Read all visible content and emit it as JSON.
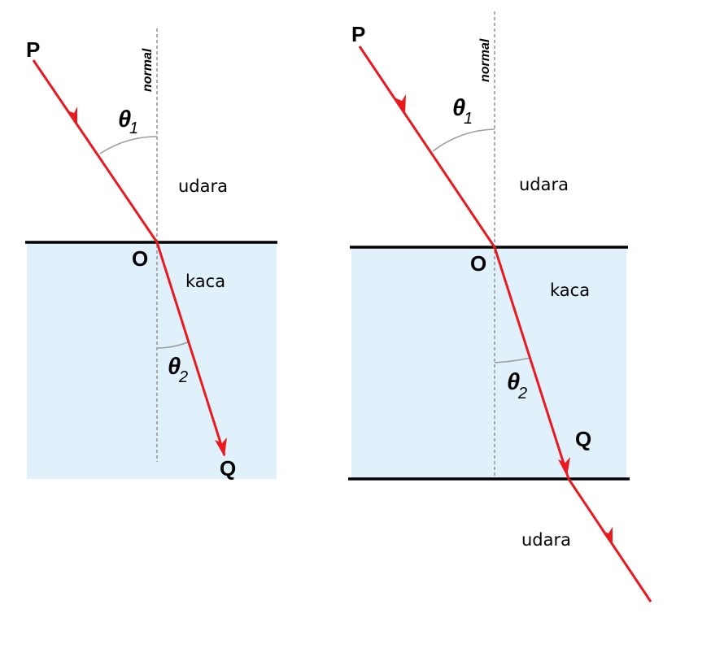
{
  "colors": {
    "glass": "#e0f1fc",
    "ray": "#e8191f",
    "normal": "#999999",
    "arc": "#9c9c9c",
    "boundary": "#000000"
  },
  "left_diagram": {
    "point_p": "P",
    "point_o": "O",
    "point_q": "Q",
    "normal_label": "normal",
    "medium_top": "udara",
    "medium_glass": "kaca",
    "angle_incident": {
      "symbol": "θ",
      "subscript": "1"
    },
    "angle_refracted": {
      "symbol": "θ",
      "subscript": "2"
    }
  },
  "right_diagram": {
    "point_p": "P",
    "point_o": "O",
    "point_q": "Q",
    "normal_label": "normal",
    "medium_top": "udara",
    "medium_glass": "kaca",
    "medium_bottom": "udara",
    "angle_incident": {
      "symbol": "θ",
      "subscript": "1"
    },
    "angle_refracted": {
      "symbol": "θ",
      "subscript": "2"
    }
  }
}
